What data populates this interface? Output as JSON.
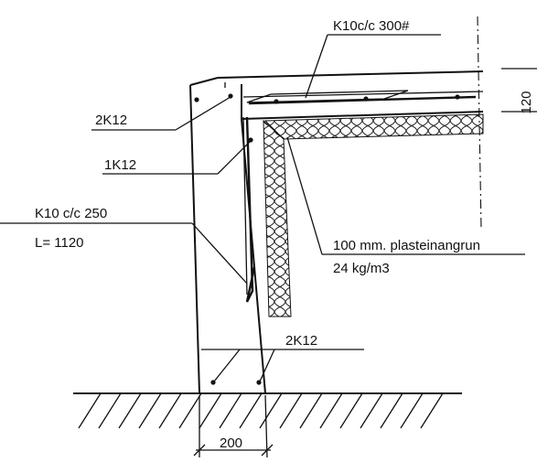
{
  "labels": {
    "top_rebar": "K10c/c 300#",
    "thickness": "120",
    "corner_bars_top": "2K12",
    "corner_bar_single": "1K12",
    "stirrup_spec": "K10 c/c 250",
    "stirrup_length": "L= 1120",
    "insulation_spec": "100 mm. plasteinangrun",
    "insulation_density": "24 kg/m3",
    "corner_bars_bottom": "2K12",
    "wall_width": "200"
  }
}
